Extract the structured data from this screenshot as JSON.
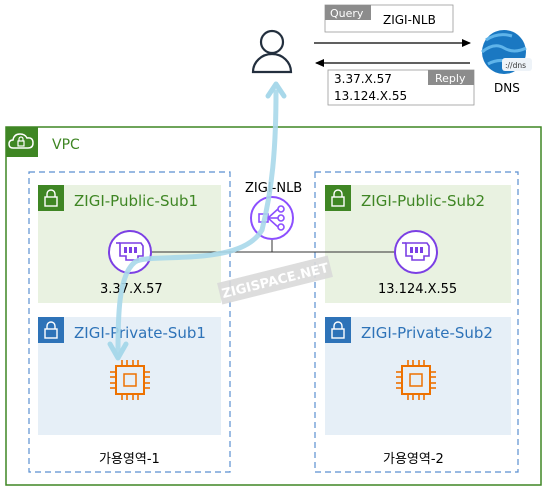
{
  "query": {
    "tag": "Query",
    "value": "ZIGI-NLB"
  },
  "reply": {
    "tag": "Reply",
    "value1": "3.37.X.57",
    "value2": "13.124.X.55"
  },
  "dns": {
    "icon_text": "://dns",
    "label": "DNS"
  },
  "vpc": {
    "label": "VPC"
  },
  "nlb": {
    "label": "ZIGI-NLB"
  },
  "watermark": "ZIGISPACE.NET",
  "az1": {
    "label": "가용영역-1",
    "public_subnet": "ZIGI-Public-Sub1",
    "private_subnet": "ZIGI-Private-Sub1",
    "eni_ip": "3.37.X.57"
  },
  "az2": {
    "label": "가용영역-2",
    "public_subnet": "ZIGI-Public-Sub2",
    "private_subnet": "ZIGI-Private-Sub2",
    "eni_ip": "13.124.X.55"
  },
  "colors": {
    "vpc_green": "#3F8624",
    "public_bg": "#E9F2E1",
    "private_bg": "#E6EFF7",
    "private_blue": "#2E73B8",
    "nlb_purple": "#8C4FFF",
    "eni_purple": "#7B3FE4",
    "ec2_orange": "#ED7100",
    "flow_arrow": "#A8D8EA",
    "dashed_blue": "#5A8FD0"
  }
}
